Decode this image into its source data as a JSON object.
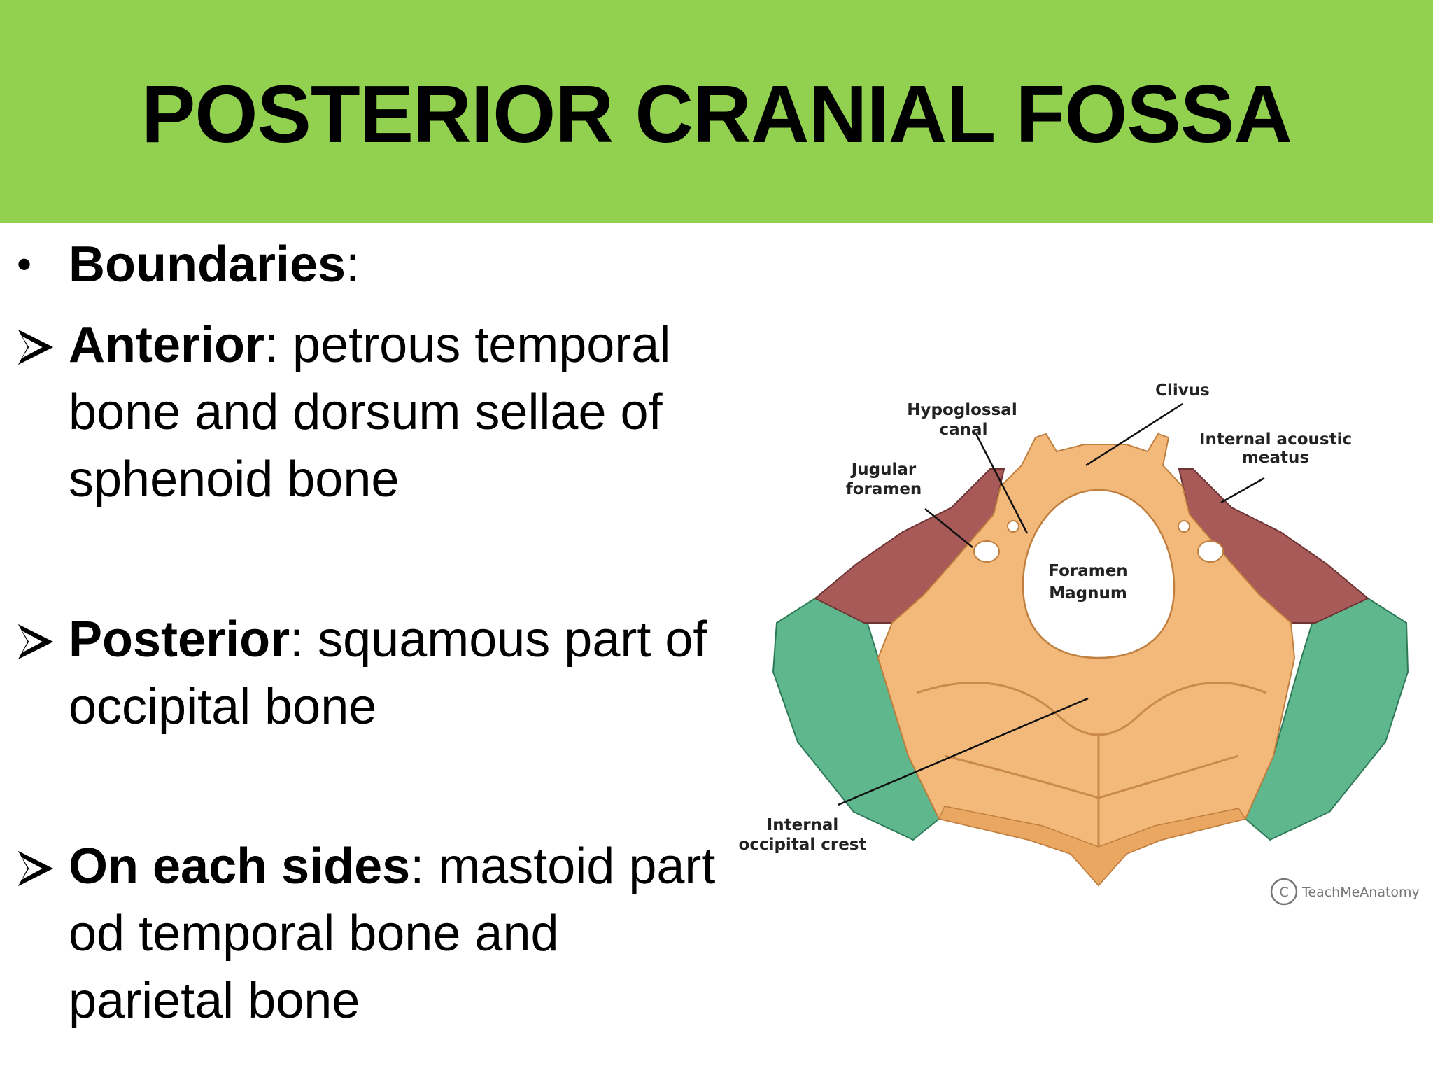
{
  "slide": {
    "title": "POSTERIOR CRANIAL FOSSA",
    "header_color": "#92d050"
  },
  "bullets": {
    "heading": {
      "marker": "•",
      "bold": "Boundaries",
      "rest": ":"
    },
    "items": [
      {
        "marker": "arrow",
        "bold": "Anterior",
        "rest": ": petrous temporal bone and dorsum sellae of sphenoid bone"
      },
      {
        "marker": "arrow",
        "bold": "Posterior",
        "rest": ": squamous part of occipital bone"
      },
      {
        "marker": "arrow",
        "bold": "On each sides",
        "rest": ": mastoid part od temporal bone and parietal bone"
      }
    ]
  },
  "figure": {
    "labels": {
      "clivus": "Clivus",
      "hypoglossal_1": "Hypoglossal",
      "hypoglossal_2": "canal",
      "internal_acoustic_1": "Internal acoustic",
      "internal_acoustic_2": "meatus",
      "jugular_1": "Jugular",
      "jugular_2": "foramen",
      "foramen_1": "Foramen",
      "foramen_2": "Magnum",
      "crest_1": "Internal",
      "crest_2": "occipital crest"
    },
    "watermark": "TeachMeAnatomy",
    "colors": {
      "occipital": "#f2b97a",
      "temporal": "#a75a58",
      "parietal": "#5fb78e"
    }
  }
}
